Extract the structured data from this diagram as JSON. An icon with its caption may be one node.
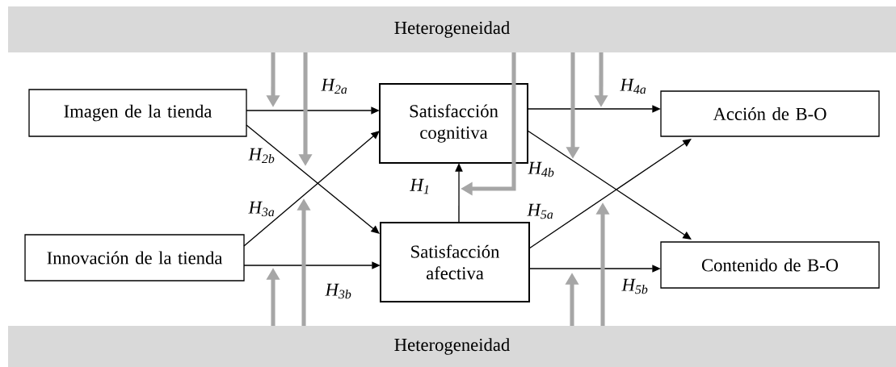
{
  "diagram": {
    "nodes": [
      {
        "text": [
          "Heterogeneidad"
        ]
      },
      {
        "text": [
          "Imagen de la tienda"
        ]
      },
      {
        "text": [
          "Satisfacción cognitiva"
        ]
      },
      {
        "text": [
          "Acción de B-O"
        ]
      },
      {
        "text": [
          "Innovación de la tienda"
        ]
      },
      {
        "text": [
          "Satisfacción afectiva"
        ]
      },
      {
        "text": [
          "Contenido de B-O"
        ]
      },
      {
        "text": [
          "Heterogeneidad"
        ]
      }
    ],
    "edges": [
      {
        "from": 1,
        "to": 2,
        "arrow": "to",
        "label": "H$_{2a}$"
      },
      {
        "from": 1,
        "to": 5,
        "arrow": "to",
        "label": "H$_{2b}$"
      },
      {
        "from": 4,
        "to": 2,
        "arrow": "to",
        "label": "H$_{3a}$"
      },
      {
        "from": 4,
        "to": 5,
        "arrow": "to",
        "label": "H$_{3b}$"
      },
      {
        "from": 5,
        "to": 2,
        "arrow": "to",
        "label": "H$_{1}$"
      },
      {
        "from": 2,
        "to": 3,
        "arrow": "to",
        "label": "H$_{4a}$"
      },
      {
        "from": 2,
        "to": 6,
        "arrow": "to",
        "label": "H$_{4b}$"
      },
      {
        "from": 5,
        "to": 3,
        "arrow": "to",
        "label": "H$_{5a}$"
      },
      {
        "from": 5,
        "to": 6,
        "arrow": "to",
        "label": "H$_{5b}$"
      },
      {
        "from": 0,
        "to": null,
        "arrow": "to",
        "style": "thick",
        "color": "#a6a6a6"
      },
      {
        "from": 0,
        "to": null,
        "arrow": "to",
        "style": "thick",
        "color": "#a6a6a6"
      },
      {
        "from": 0,
        "to": null,
        "arrow": "to",
        "style": "thick",
        "color": "#a6a6a6"
      },
      {
        "from": 0,
        "to": null,
        "arrow": "to",
        "style": "thick",
        "color": "#a6a6a6"
      },
      {
        "from": 0,
        "to": null,
        "arrow": "to",
        "style": "thick",
        "color": "#a6a6a6"
      },
      {
        "from": 7,
        "to": null,
        "arrow": "to",
        "style": "thick",
        "color": "#a6a6a6"
      },
      {
        "from": 7,
        "to": null,
        "arrow": "to",
        "style": "thick",
        "color": "#a6a6a6"
      },
      {
        "from": 7,
        "to": null,
        "arrow": "to",
        "style": "thick",
        "color": "#a6a6a6"
      },
      {
        "from": 7,
        "to": null,
        "arrow": "to",
        "style": "thick",
        "color": "#a6a6a6"
      }
    ]
  }
}
